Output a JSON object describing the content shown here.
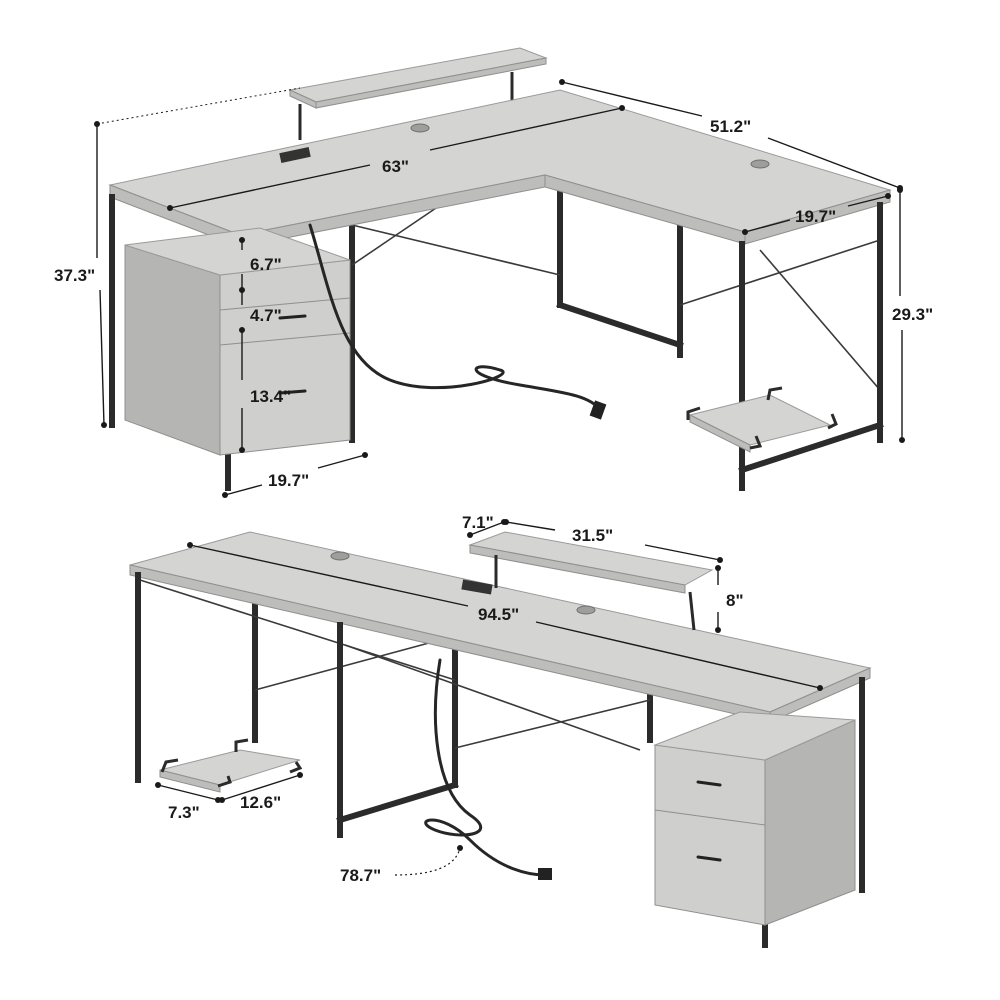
{
  "dimensions": {
    "top": {
      "desk_height_with_shelf": "37.3\"",
      "main_length": "63\"",
      "return_length": "51.2\"",
      "return_depth": "19.7\"",
      "desk_height": "29.3\"",
      "drawer_top": "6.7\"",
      "drawer_middle": "4.7\"",
      "drawer_bottom": "13.4\"",
      "cabinet_width": "19.7\""
    },
    "bottom": {
      "shelf_depth": "7.1\"",
      "shelf_length": "31.5\"",
      "shelf_height": "8\"",
      "total_length": "94.5\"",
      "stand_depth": "7.3\"",
      "stand_width": "12.6\"",
      "cord_length": "78.7\""
    }
  },
  "colors": {
    "wood_top": "#d4d4d2",
    "wood_edge": "#bdbdbb",
    "frame": "#2b2b2b",
    "label": "#1a1a1a"
  }
}
